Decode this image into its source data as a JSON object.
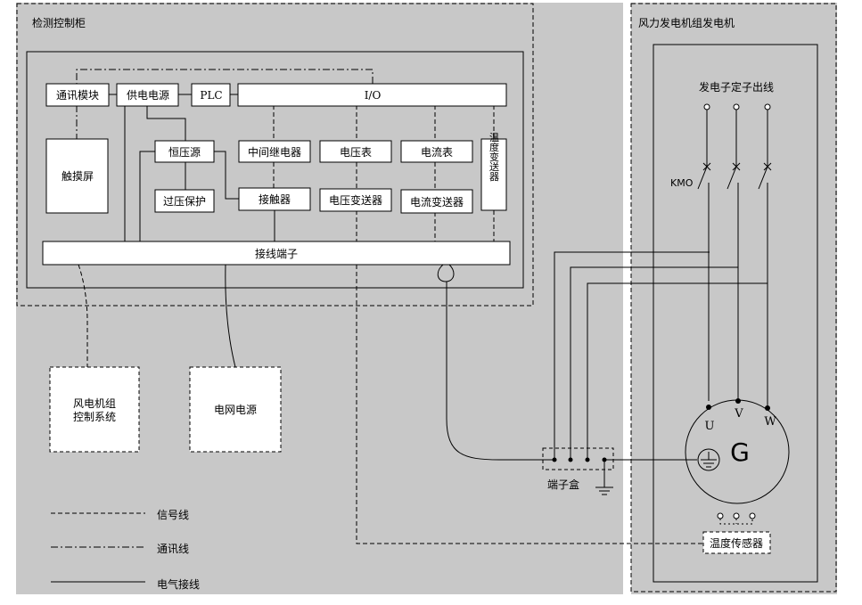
{
  "cabinet": {
    "title": "检测控制柜",
    "modules": {
      "comm": "通讯模块",
      "power": "供电电源",
      "plc": "PLC",
      "io": "I/O",
      "touch": "触摸屏",
      "regulator": "恒压源",
      "overvoltage": "过压保护",
      "relay": "中间继电器",
      "contactor": "接触器",
      "voltmeter": "电压表",
      "vtransmitter": "电压变送器",
      "ammeter": "电流表",
      "itransmitter": "电流变送器",
      "temp_transmitter": "温度变送器",
      "terminal": "接线端子"
    }
  },
  "external": {
    "turbine_control": [
      "风电机组",
      "控制系统"
    ],
    "grid_power": "电网电源",
    "terminal_box": "端子盒",
    "temp_sensor": "温度传感器"
  },
  "generator": {
    "title": "风力发电机组发电机",
    "stator_out": "发电子定子出线",
    "kmo": "KMO",
    "phases": [
      "U",
      "V",
      "W"
    ],
    "symbol": "G"
  },
  "legend": [
    {
      "style": "signal",
      "label": "信号线"
    },
    {
      "style": "comm",
      "label": "通讯线"
    },
    {
      "style": "electric",
      "label": "电气接线"
    }
  ],
  "colors": {
    "panel": "#c8c8c8",
    "box_fill": "#ffffff",
    "line": "#000000"
  }
}
